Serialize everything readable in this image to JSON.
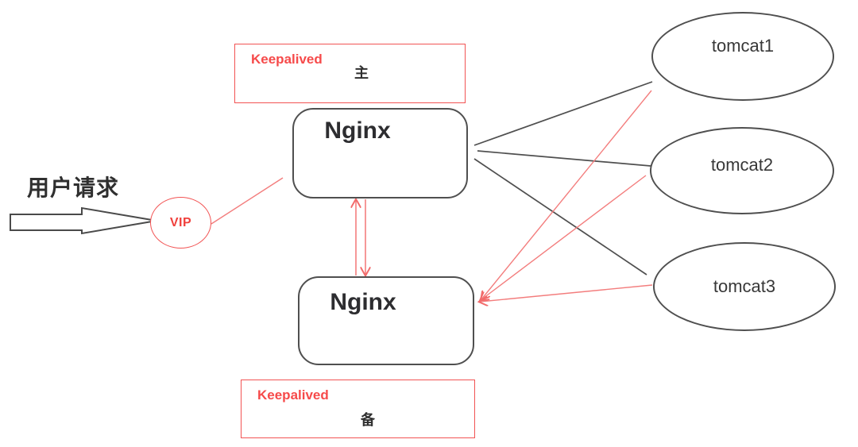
{
  "diagram": {
    "user_request": "用户请求",
    "vip_label": "VIP",
    "keepalived_master": {
      "label": "Keepalived",
      "role": "主"
    },
    "nginx_master": "Nginx",
    "nginx_backup": "Nginx",
    "keepalived_backup": {
      "label": "Keepalived",
      "role": "备"
    },
    "tomcats": [
      {
        "label": "tomcat1"
      },
      {
        "label": "tomcat2"
      },
      {
        "label": "tomcat3"
      }
    ],
    "colors": {
      "red_accent": "#f25353",
      "line_dark": "#4f4f4f"
    },
    "edges": [
      {
        "from": "user_request",
        "to": "vip",
        "style": "block-arrow",
        "color": "dark"
      },
      {
        "from": "vip",
        "to": "nginx_master",
        "style": "line",
        "color": "red"
      },
      {
        "from": "nginx_master",
        "to": "nginx_backup",
        "style": "double-arrow",
        "color": "red"
      },
      {
        "from": "nginx_master",
        "to": "tomcat1",
        "style": "line",
        "color": "dark"
      },
      {
        "from": "nginx_master",
        "to": "tomcat2",
        "style": "line",
        "color": "dark"
      },
      {
        "from": "nginx_master",
        "to": "tomcat3",
        "style": "line",
        "color": "dark"
      },
      {
        "from": "tomcat1",
        "to": "nginx_backup",
        "style": "arrow",
        "color": "red"
      },
      {
        "from": "tomcat2",
        "to": "nginx_backup",
        "style": "arrow",
        "color": "red"
      },
      {
        "from": "tomcat3",
        "to": "nginx_backup",
        "style": "arrow",
        "color": "red"
      }
    ]
  }
}
